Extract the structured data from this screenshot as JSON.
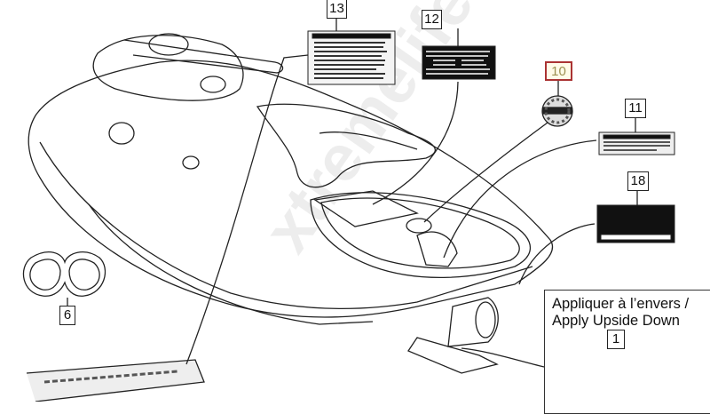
{
  "callouts": [
    {
      "id": "13",
      "label": "13"
    },
    {
      "id": "12",
      "label": "12"
    },
    {
      "id": "10",
      "label": "10",
      "selected": true
    },
    {
      "id": "11",
      "label": "11"
    },
    {
      "id": "18",
      "label": "18"
    },
    {
      "id": "6",
      "label": "6"
    },
    {
      "id": "1",
      "label": "1"
    }
  ],
  "note": {
    "line1": "Appliquer à l’envers /",
    "line2": "Apply Upside Down"
  },
  "colors": {
    "selected_border": "#aa3333",
    "selected_text": "#9c9050",
    "line": "#222222"
  },
  "watermark": "xtremelife.ru"
}
